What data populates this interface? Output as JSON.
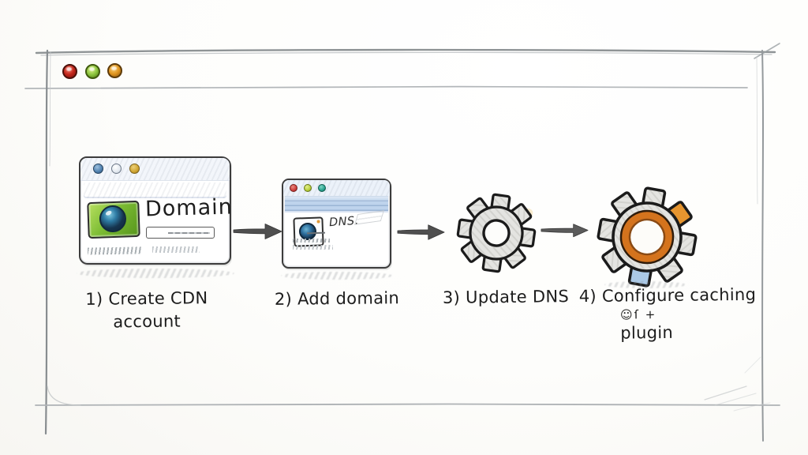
{
  "page": {
    "background": "#fcfcfa"
  },
  "window_chrome": {
    "traffic_lights": [
      {
        "name": "red",
        "color": "#c3261b"
      },
      {
        "name": "green",
        "color": "#8dc63f"
      },
      {
        "name": "orange",
        "color": "#e0951f"
      }
    ]
  },
  "flow": {
    "windows": [
      {
        "name": "cdn-account-window",
        "label": "Domain"
      },
      {
        "name": "dns-window",
        "label": "DNS."
      }
    ],
    "gears": [
      {
        "name": "gear-small",
        "style": "gray"
      },
      {
        "name": "gear-large",
        "style": "gray with orange ring, orange and blue teeth"
      }
    ],
    "arrow_count": 3
  },
  "steps": [
    {
      "line1": "1) Create CDN",
      "line2": "account"
    },
    {
      "line1": "2) Add domain"
    },
    {
      "line1": "3) Update DNS"
    },
    {
      "line1": "4) Configure caching",
      "doodle": "☺ſ +",
      "line2": "plugin"
    }
  ],
  "colors": {
    "ink": "#1c1c1c",
    "sketch_line": "#9aa0a3",
    "traffic_red": "#c3261b",
    "traffic_green": "#8dc63f",
    "traffic_orange": "#e0951f",
    "bar_blue_light": "#e8eef9",
    "bar_blue": "#bed3ec",
    "thumb_green": "#7cbc34",
    "lens_navy": "#16344e",
    "gear_gray": "#e4e4e1",
    "gear_outline": "#1b1b1b",
    "accent_orange": "#d4731d",
    "tooth_orange": "#e6952f",
    "tooth_blue": "#abc9e6",
    "arrow_gray": "#4f4f4f"
  }
}
